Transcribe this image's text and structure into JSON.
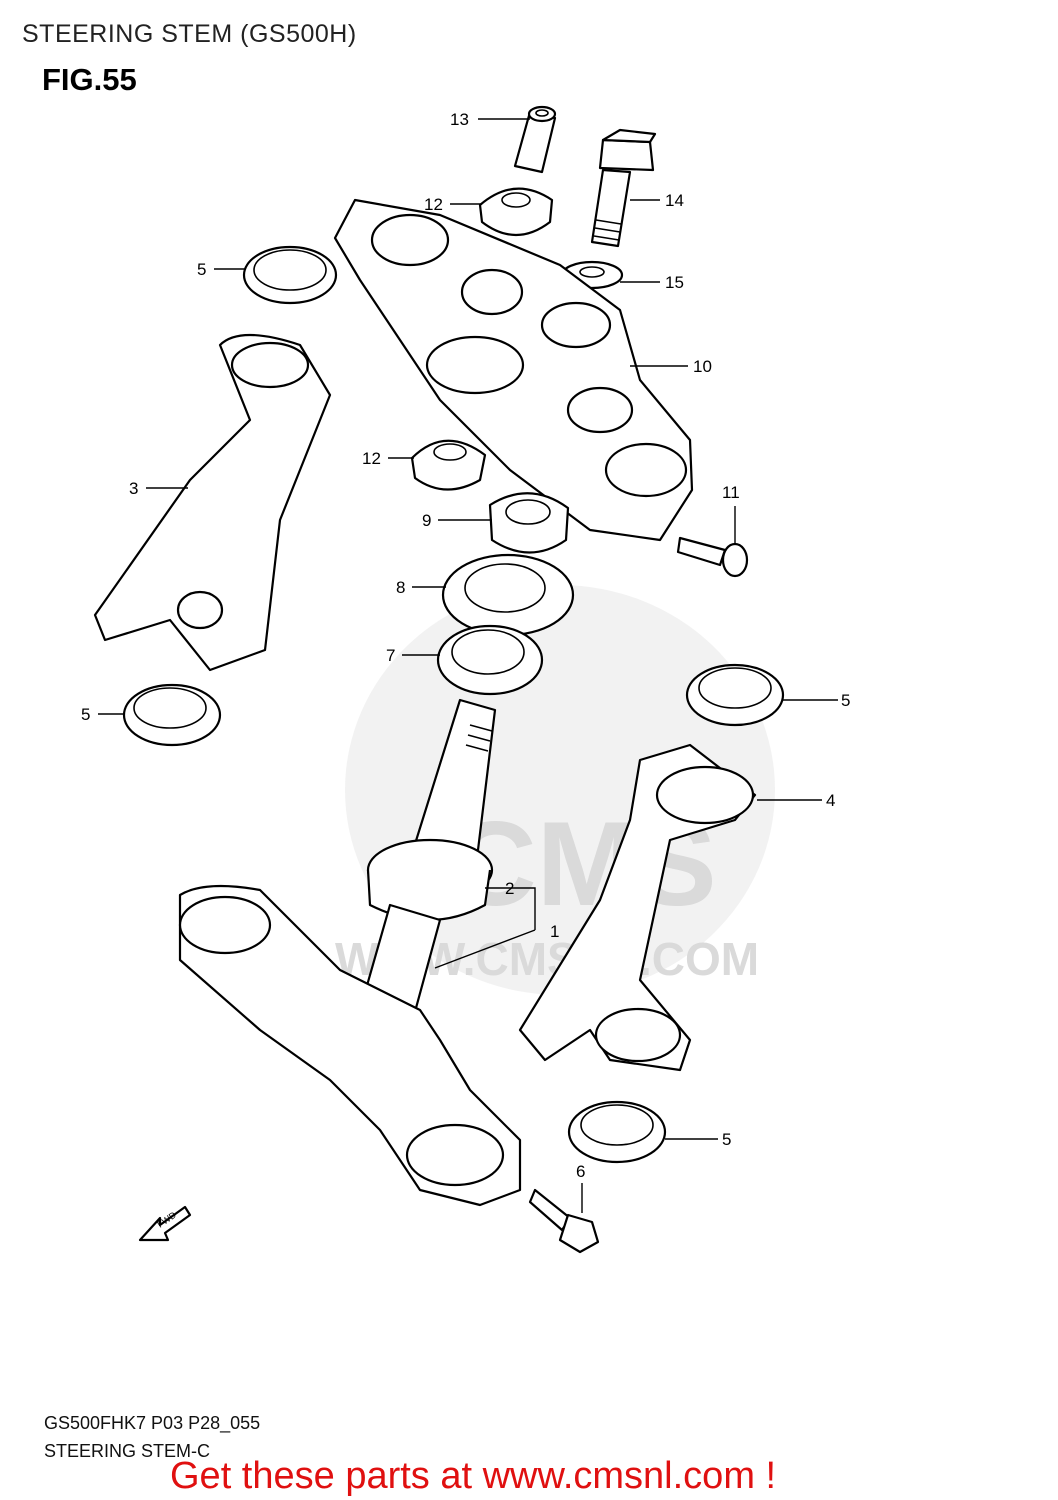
{
  "header": {
    "title": "STEERING STEM (GS500H)",
    "figure": "FIG.55"
  },
  "callouts": [
    "13",
    "14",
    "12",
    "5",
    "15",
    "10",
    "12",
    "3",
    "11",
    "9",
    "8",
    "7",
    "5",
    "5",
    "4",
    "2",
    "1",
    "5",
    "6"
  ],
  "fwd_label": "FWD",
  "watermark": {
    "brand": "CMS",
    "url": "WWW.CMSNL.COM"
  },
  "footer": {
    "code": "GS500FHK7 P03 P28_055",
    "subtitle": "STEERING STEM-C",
    "cta": "Get these parts at www.cmsnl.com !"
  },
  "colors": {
    "cta": "#e01010",
    "watermark": "#d8d8d8"
  }
}
